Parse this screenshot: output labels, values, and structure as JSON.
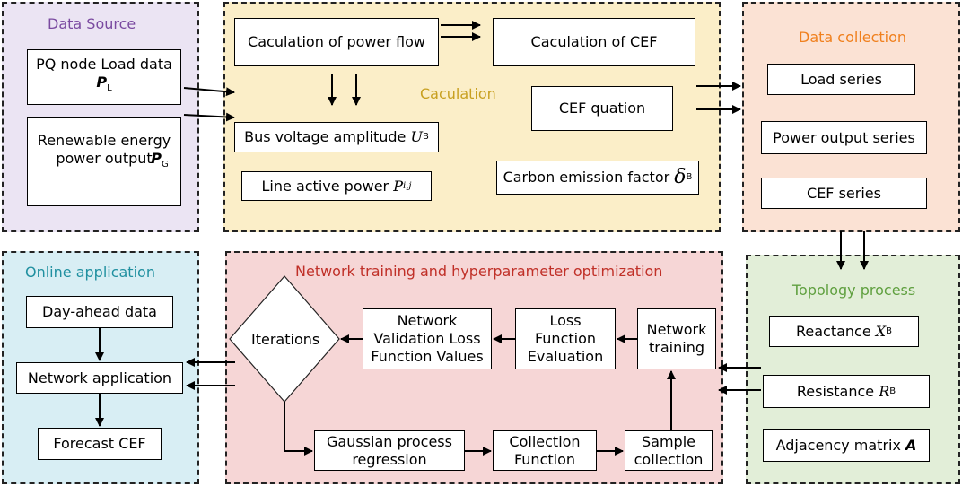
{
  "colors": {
    "data_source_bg": "#ebe4f3",
    "calculation_bg": "#fbeec8",
    "data_collection_bg": "#fbe2d4",
    "online_bg": "#d8eef4",
    "training_bg": "#f6d6d6",
    "topology_bg": "#e2eed8",
    "data_source_title": "#7a4aa0",
    "calculation_title": "#c8a020",
    "data_collection_title": "#f0801e",
    "online_title": "#2090a0",
    "training_title": "#c03028",
    "topology_title": "#60a040"
  },
  "data_source": {
    "title": "Data Source",
    "load_box": {
      "text": "PQ node Load data",
      "symbol": "P",
      "sub": "L"
    },
    "renewable_box": {
      "text": "Renewable energy\npower output",
      "symbol": "P",
      "sub": "G"
    }
  },
  "calculation": {
    "title": "Caculation",
    "power_flow": "Caculation of power flow",
    "cef_calc": "Caculation of CEF",
    "cef_quation": "CEF quation",
    "bus_voltage": {
      "text": "Bus voltage amplitude",
      "symbol": "U",
      "sub": "B"
    },
    "line_power": {
      "text": "Line active power",
      "symbol": "P",
      "sub": "i,j"
    },
    "carbon_factor": {
      "text": "Carbon emission factor",
      "symbol": "δ",
      "sub": "B"
    }
  },
  "data_collection": {
    "title": "Data collection",
    "load_series": "Load series",
    "power_output_series": "Power output series",
    "cef_series": "CEF series"
  },
  "topology": {
    "title": "Topology process",
    "reactance": {
      "text": "Reactance",
      "symbol": "X",
      "sub": "B"
    },
    "resistance": {
      "text": "Resistance",
      "symbol": "R",
      "sub": "B"
    },
    "adjacency": {
      "text": "Adjacency matrix",
      "symbol": "A"
    }
  },
  "training": {
    "title": "Network training and hyperparameter optimization",
    "iterations": "Iterations",
    "validation": "Network\nValidation Loss\nFunction Values",
    "loss_eval": "Loss\nFunction\nEvaluation",
    "net_training": "Network\ntraining",
    "gpr": "Gaussian process\nregression",
    "collection_fn": "Collection\nFunction",
    "sample": "Sample\ncollection"
  },
  "online": {
    "title": "Online application",
    "day_ahead": "Day-ahead data",
    "net_app": "Network application",
    "forecast": "Forecast CEF"
  }
}
